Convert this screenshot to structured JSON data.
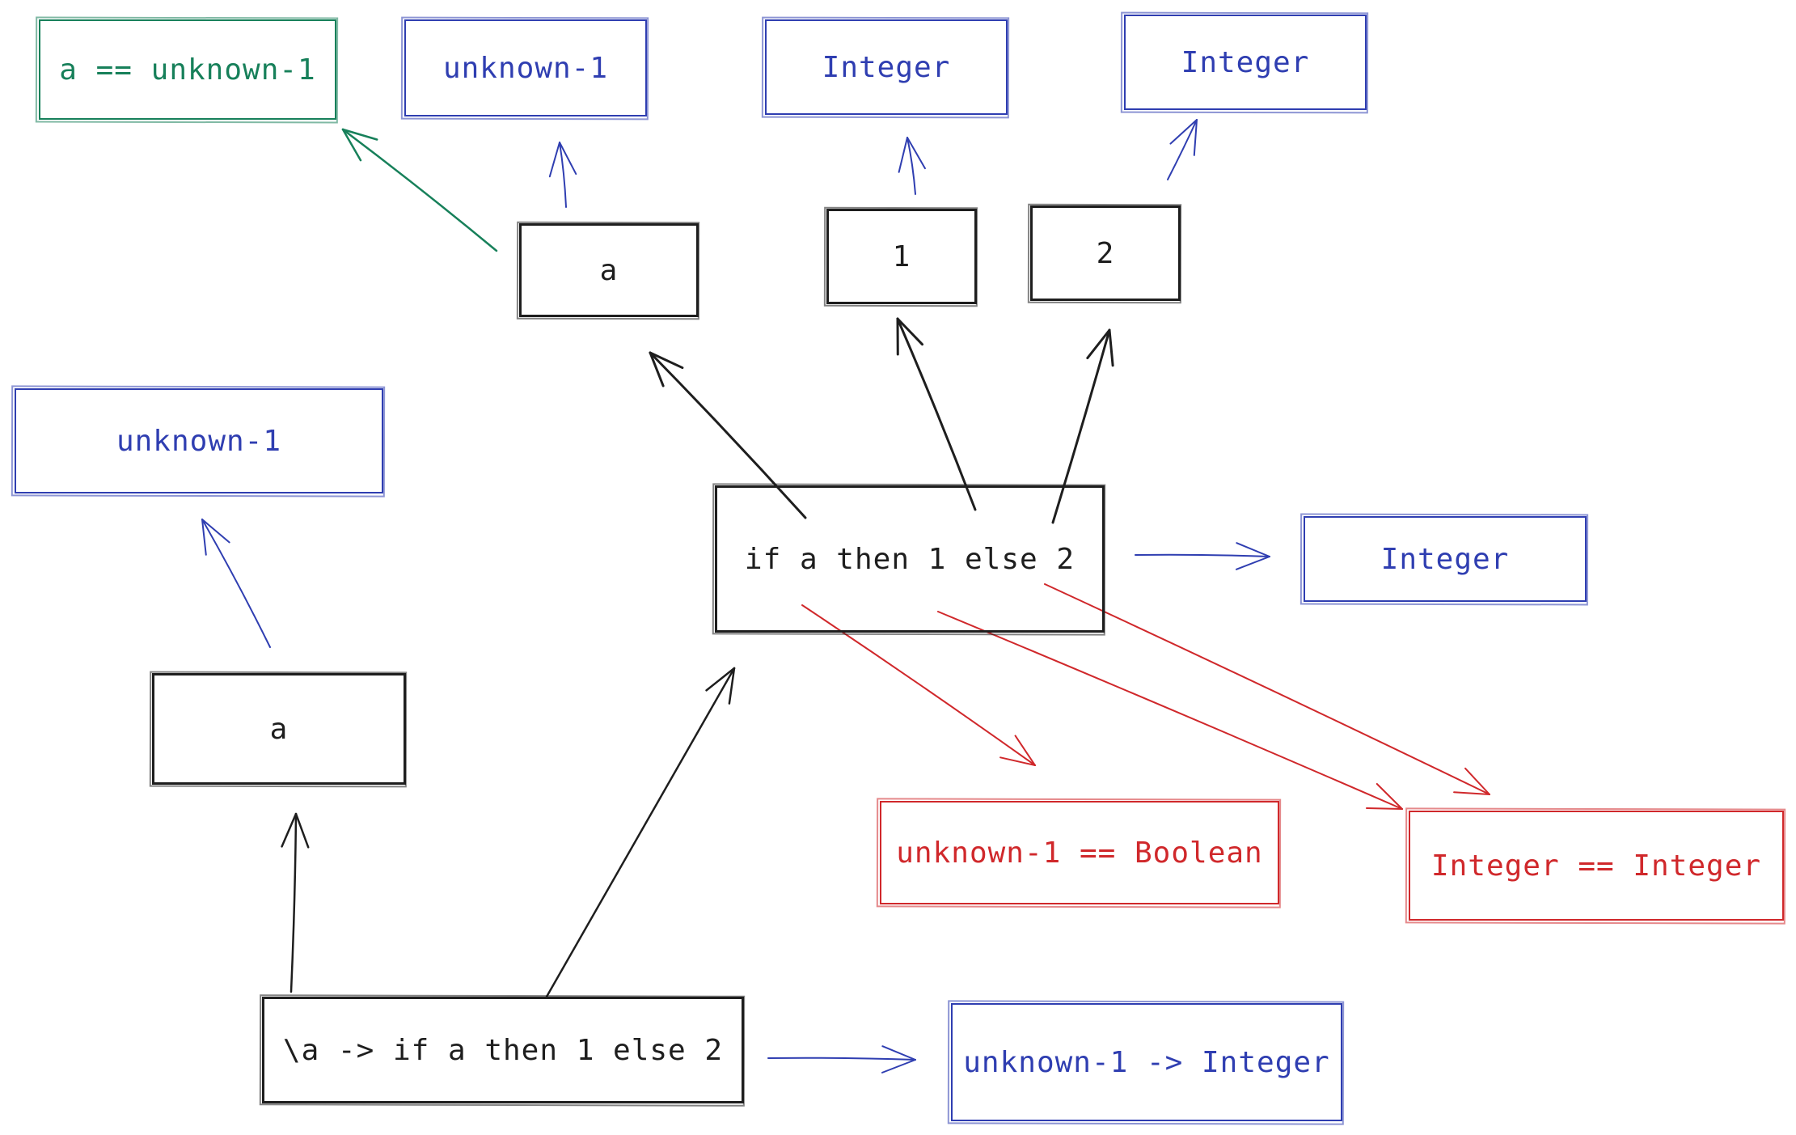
{
  "nodes": {
    "top_green": "a == unknown-1",
    "top_unknown": "unknown-1",
    "top_integer_1": "Integer",
    "top_integer_2": "Integer",
    "var_a_top": "a",
    "lit_1": "1",
    "lit_2": "2",
    "left_unknown": "unknown-1",
    "if_expr": "if a then 1 else 2",
    "right_integer": "Integer",
    "var_a_left": "a",
    "constraint_bool": "unknown-1 == Boolean",
    "constraint_int": "Integer == Integer",
    "lambda_expr": "\\a -> if a then 1 else 2",
    "lambda_type": "unknown-1 -> Integer"
  },
  "colors": {
    "expression": "#1e1e1e",
    "type": "#2f3eb1",
    "binding": "#17805a",
    "constraint": "#d0282b"
  }
}
